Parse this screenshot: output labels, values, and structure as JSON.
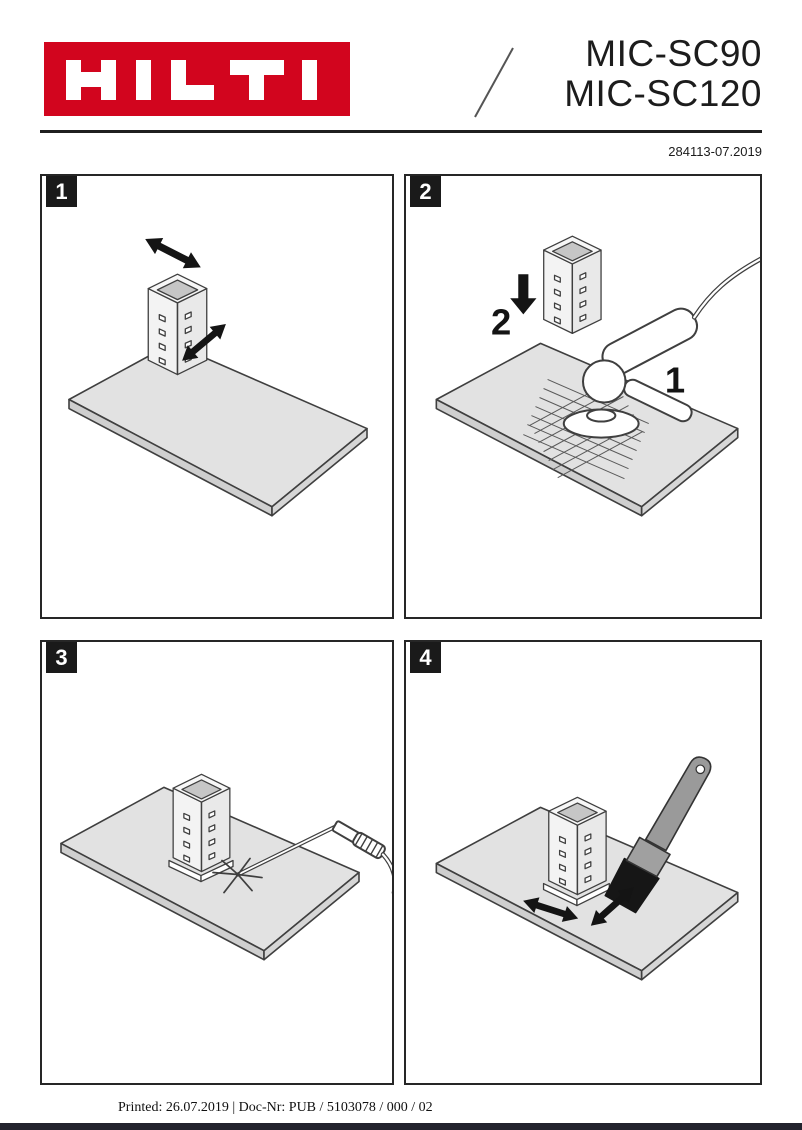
{
  "header": {
    "brand": "HILTI",
    "brand_color": "#d2051e",
    "products": [
      "MIC-SC90",
      "MIC-SC120"
    ],
    "doc_code": "284113-07.2019"
  },
  "panels": [
    {
      "number": "1",
      "illustration": "align-bracket-on-base-plate"
    },
    {
      "number": "2",
      "illustration": "grind-surface-then-place-bracket",
      "step_grind": "1",
      "step_place": "2"
    },
    {
      "number": "3",
      "illustration": "weld-bracket-to-base-plate"
    },
    {
      "number": "4",
      "illustration": "brush-coating-on-weld-seam"
    }
  ],
  "footer": {
    "text": "Printed: 26.07.2019 | Doc-Nr: PUB / 5103078 / 000 / 02"
  },
  "colors": {
    "brand_red": "#d2051e",
    "line": "#3f3f3f",
    "plate": "#e2e2e2",
    "badge_bg": "#1a1a1a",
    "bottom_bar": "#23232d"
  }
}
